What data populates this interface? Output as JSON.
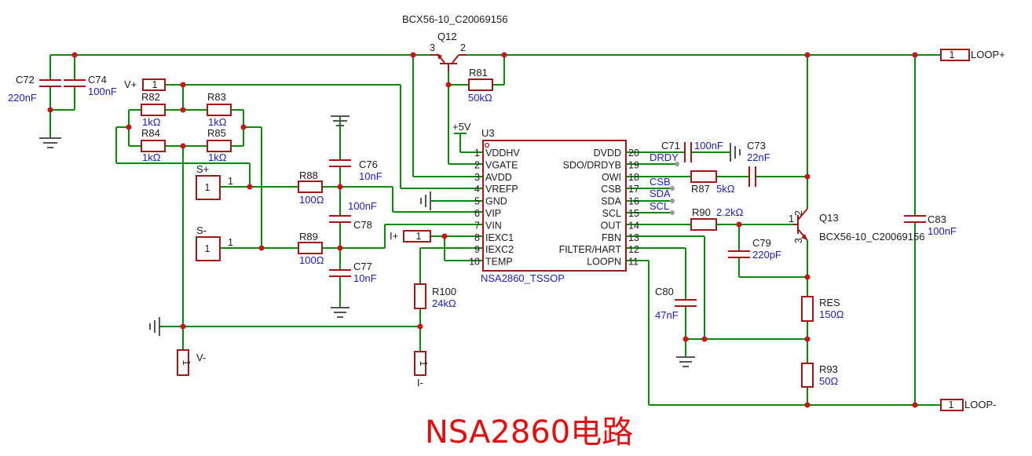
{
  "title": "NSA2860电路",
  "ic": {
    "ref": "U3",
    "part": "NSA2860_TSSOP",
    "left_pins": [
      {
        "num": "1",
        "name": "VDDHV"
      },
      {
        "num": "2",
        "name": "VGATE"
      },
      {
        "num": "3",
        "name": "AVDD"
      },
      {
        "num": "4",
        "name": "VREFP"
      },
      {
        "num": "5",
        "name": "GND"
      },
      {
        "num": "6",
        "name": "VIP"
      },
      {
        "num": "7",
        "name": "VIN"
      },
      {
        "num": "8",
        "name": "IEXC1"
      },
      {
        "num": "9",
        "name": "IEXC2"
      },
      {
        "num": "10",
        "name": "TEMP"
      }
    ],
    "right_pins": [
      {
        "num": "20",
        "name": "DVDD"
      },
      {
        "num": "19",
        "name": "SDO/DRDYB"
      },
      {
        "num": "18",
        "name": "OWI"
      },
      {
        "num": "17",
        "name": "CSB"
      },
      {
        "num": "16",
        "name": "SDA"
      },
      {
        "num": "15",
        "name": "SCL"
      },
      {
        "num": "14",
        "name": "OUT"
      },
      {
        "num": "13",
        "name": "FBN"
      },
      {
        "num": "12",
        "name": "FILTER/HART"
      },
      {
        "num": "11",
        "name": "LOOPN"
      }
    ]
  },
  "nets": {
    "drdy": "DRDY",
    "csb": "CSB",
    "sda": "SDA",
    "scl": "SCL",
    "vdd": "+5V"
  },
  "transistors": {
    "q12": {
      "ref": "Q12",
      "part": "BCX56-10_C20069156",
      "pin3": "3",
      "pin2": "2"
    },
    "q13": {
      "ref": "Q13",
      "part": "BCX56-10_C20069156",
      "pin1": "1",
      "pin2": "2",
      "pin3": "3"
    }
  },
  "components": {
    "c72": {
      "ref": "C72",
      "value": "220nF"
    },
    "c74": {
      "ref": "C74",
      "value": "100nF"
    },
    "r82": {
      "ref": "R82",
      "value": "1kΩ"
    },
    "r83": {
      "ref": "R83",
      "value": "1kΩ"
    },
    "r84": {
      "ref": "R84",
      "value": "1kΩ"
    },
    "r85": {
      "ref": "R85",
      "value": "1kΩ"
    },
    "r88": {
      "ref": "R88",
      "value": "100Ω"
    },
    "r89": {
      "ref": "R89",
      "value": "100Ω"
    },
    "c76": {
      "ref": "C76",
      "value": "10nF"
    },
    "c78": {
      "ref": "C78",
      "value": "100nF"
    },
    "c77": {
      "ref": "C77",
      "value": "10nF"
    },
    "r100": {
      "ref": "R100",
      "value": "24kΩ"
    },
    "r81": {
      "ref": "R81",
      "value": "50kΩ"
    },
    "c71": {
      "ref": "C71",
      "value": "100nF"
    },
    "c73": {
      "ref": "C73",
      "value": "22nF"
    },
    "r87": {
      "ref": "R87",
      "value": "5kΩ"
    },
    "r90": {
      "ref": "R90",
      "value": "2.2kΩ"
    },
    "c79": {
      "ref": "C79",
      "value": "220pF"
    },
    "c80": {
      "ref": "C80",
      "value": "47nF"
    },
    "res": {
      "ref": "RES",
      "value": "150Ω"
    },
    "r93": {
      "ref": "R93",
      "value": "50Ω"
    },
    "c83": {
      "ref": "C83",
      "value": "100nF"
    }
  },
  "ports": {
    "vplus": {
      "name": "V+",
      "pin": "1"
    },
    "splus": {
      "name": "S+",
      "pin": "1"
    },
    "sminus": {
      "name": "S-",
      "pin": "1"
    },
    "iplus": {
      "name": "I+",
      "pin": "1"
    },
    "vminus": {
      "name": "V-",
      "pin": "1"
    },
    "iminus": {
      "name": "I-",
      "pin": "1"
    },
    "loopplus": {
      "name": "LOOP+",
      "pin": "1"
    },
    "loopminus": {
      "name": "LOOP-",
      "pin": "1"
    }
  }
}
